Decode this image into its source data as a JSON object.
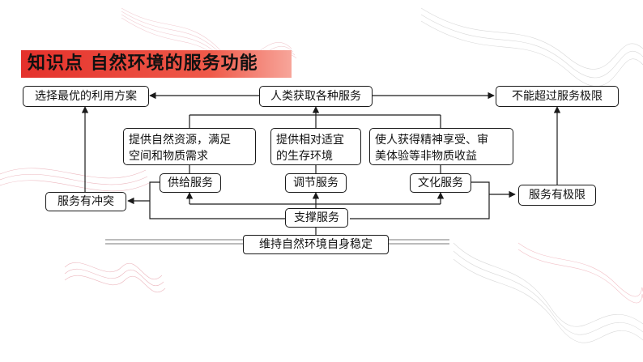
{
  "slide": {
    "title": "知识点  自然环境的服务功能"
  },
  "diagram": {
    "top_center": "人类获取各种服务",
    "top_left": "选择最优的利用方案",
    "top_right": "不能超过服务极限",
    "desc_supply_line1": "提供自然资源，满足",
    "desc_supply_line2": "空间和物质需求",
    "desc_regulate_line1": "提供相对适宜",
    "desc_regulate_line2": "的生存环境",
    "desc_culture_line1": "使人获得精神享受、审",
    "desc_culture_line2": "美体验等非物质收益",
    "supply": "供给服务",
    "regulate": "调节服务",
    "culture": "文化服务",
    "conflict": "服务有冲突",
    "limit": "服务有极限",
    "support": "支撑服务",
    "stability": "维持自然环境自身稳定"
  },
  "colors": {
    "title_bar": "#e4312b",
    "deco_pink": "#e08a96",
    "deco_gray": "#bdbdbd",
    "lines": "#1a1a1a"
  }
}
